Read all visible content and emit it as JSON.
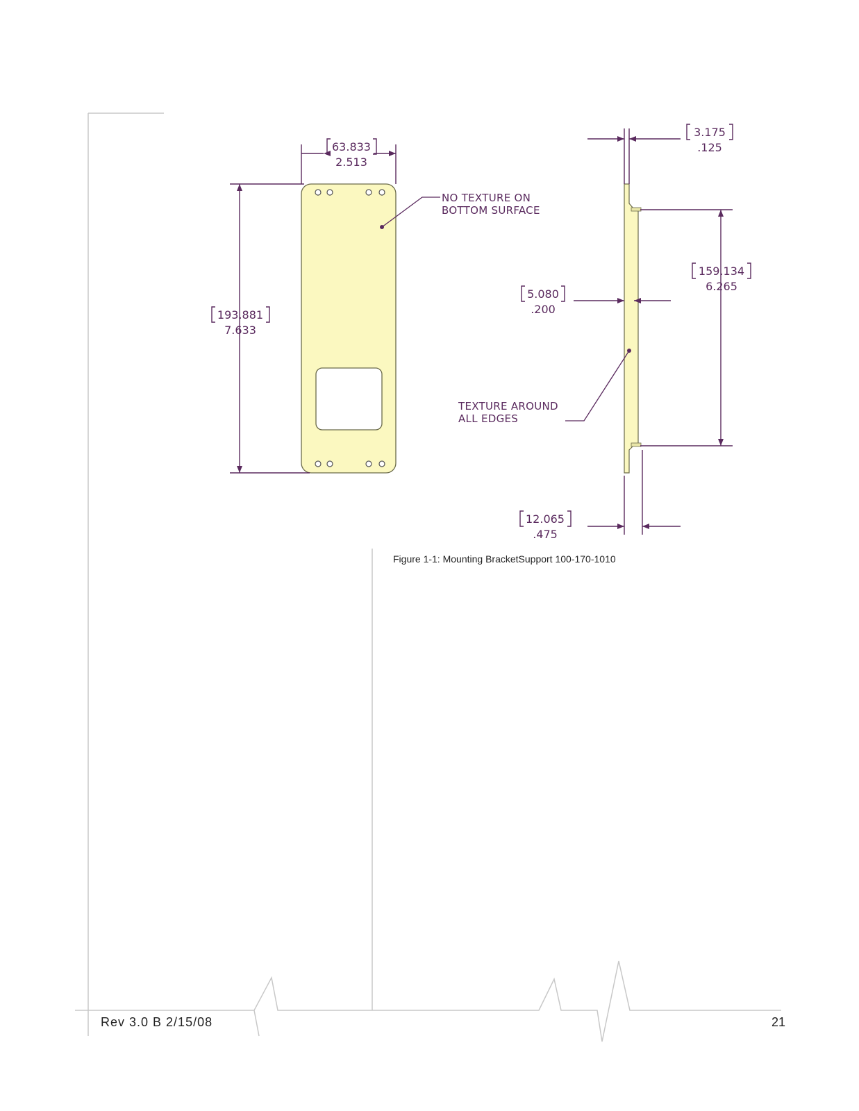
{
  "figure": {
    "caption": "Figure 1-1:  Mounting BracketSupport 100-170-1010",
    "front_view": {
      "width_dim": {
        "mm": "63.833",
        "in": "2.513"
      },
      "height_dim": {
        "mm": "193.881",
        "in": "7.633"
      },
      "note": {
        "line1": "NO TEXTURE ON",
        "line2": "BOTTOM SURFACE"
      }
    },
    "side_view": {
      "top_dim": {
        "mm": "3.175",
        "in": ".125"
      },
      "span_dim": {
        "mm": "159.134",
        "in": "6.265"
      },
      "thickness_dim": {
        "mm": "5.080",
        "in": ".200"
      },
      "bottom_dim": {
        "mm": "12.065",
        "in": ".475"
      },
      "note": {
        "line1": "TEXTURE AROUND",
        "line2": "ALL EDGES"
      }
    }
  },
  "footer": {
    "revision": "Rev 3.0 B  2/15/08",
    "page_number": "21"
  },
  "colors": {
    "dimension_ink": "#5a2a5e",
    "part_fill": "#fbf8c0",
    "rule_gray": "#c8c8c8"
  }
}
